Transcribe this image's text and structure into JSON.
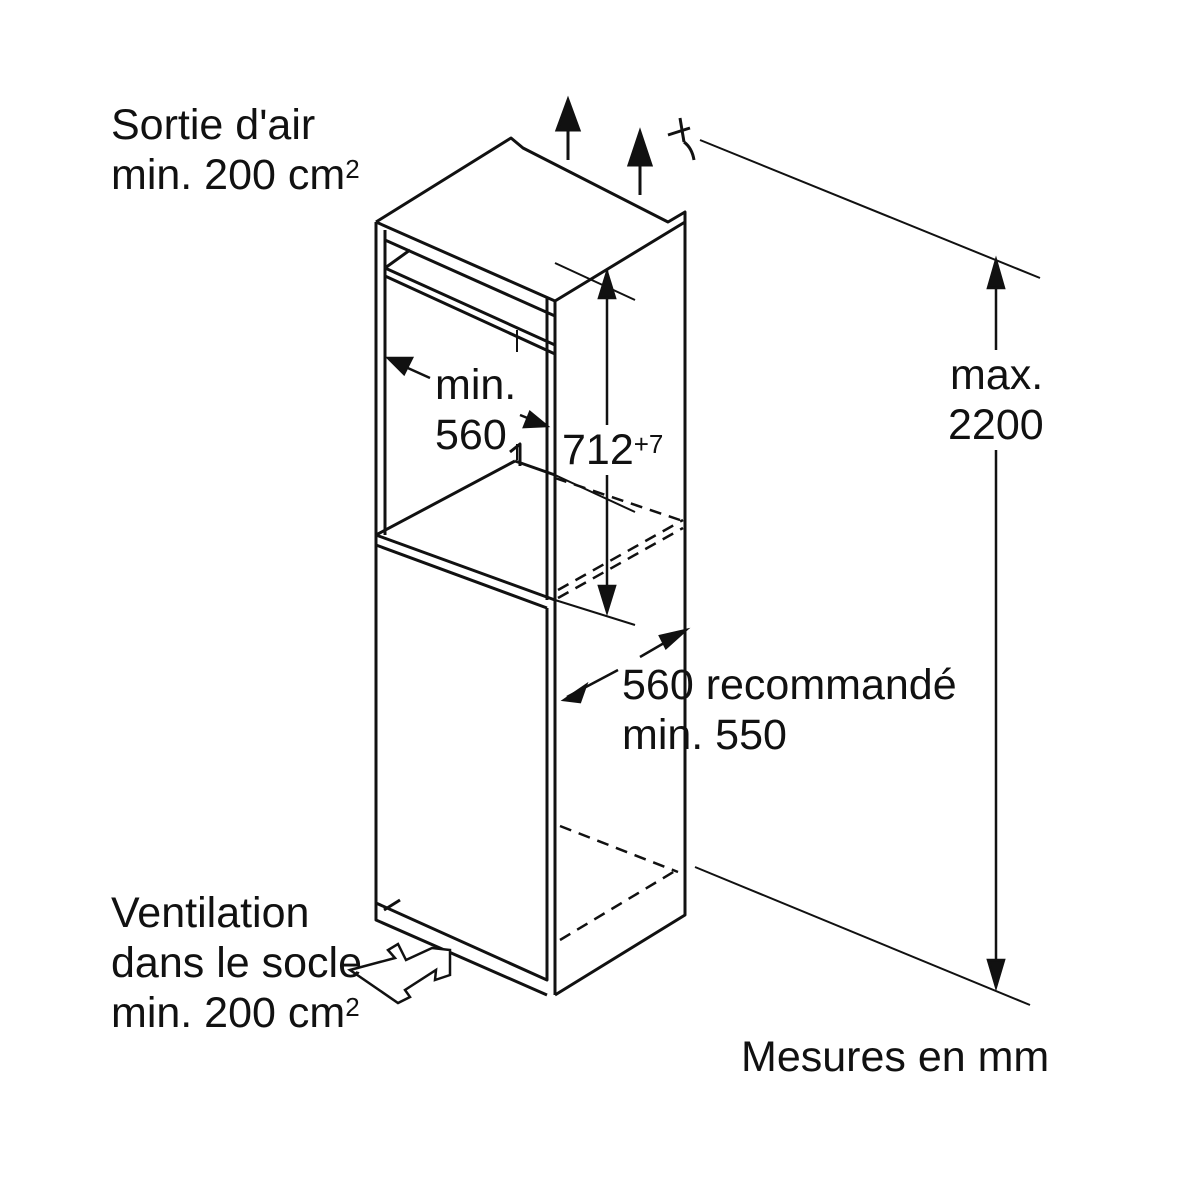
{
  "diagram": {
    "type": "built-in appliance installation niche dimensions",
    "labels": {
      "air_outlet_line1": "Sortie d'air",
      "air_outlet_line2": "min. 200 cm",
      "air_outlet_sup": "2",
      "inner_width_line1": "min.",
      "inner_width_line2": "560",
      "opening_height": "712",
      "opening_height_tol": "+7",
      "max_height_line1": "max.",
      "max_height_line2": "2200",
      "depth_line1": "560 recommandé",
      "depth_line2": "min. 550",
      "ventilation_line1": "Ventilation",
      "ventilation_line2": "dans le socle",
      "ventilation_line3": "min. 200 cm",
      "ventilation_sup": "2",
      "units_note": "Mesures en mm"
    },
    "icons": {
      "airflow_arrows": "up-arrow-icon",
      "inlet_arrow": "outline-arrow-icon",
      "ceiling_symbol": "ceiling-icon"
    },
    "colors": {
      "line": "#111111",
      "background": "#ffffff"
    }
  }
}
